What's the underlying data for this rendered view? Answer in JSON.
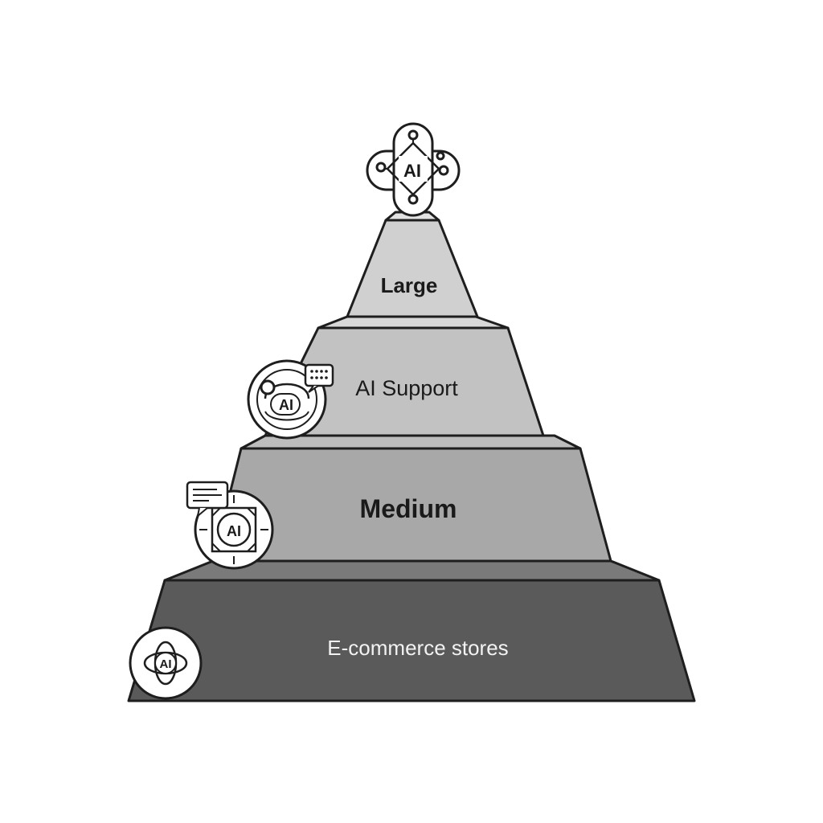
{
  "diagram": {
    "type": "pyramid",
    "tiers": [
      {
        "label": "Large",
        "fill": "#d0d0d0",
        "text_color": "#1a1a1a"
      },
      {
        "label": "AI Support",
        "fill": "#c2c2c2",
        "text_color": "#1a1a1a"
      },
      {
        "label": "Medium",
        "fill": "#a8a8a8",
        "text_color": "#1a1a1a"
      },
      {
        "label": "E-commerce stores",
        "fill": "#5a5a5a",
        "text_color": "#f2f2f2"
      }
    ],
    "icons": [
      {
        "name": "ai-network-icon",
        "text": "AI"
      },
      {
        "name": "ai-support-icon",
        "text": "AI"
      },
      {
        "name": "ai-chat-icon",
        "text": "AI"
      },
      {
        "name": "ai-orbit-icon",
        "text": "AI"
      }
    ],
    "colors": {
      "outline": "#1e1e1e",
      "background": "#ffffff"
    }
  }
}
